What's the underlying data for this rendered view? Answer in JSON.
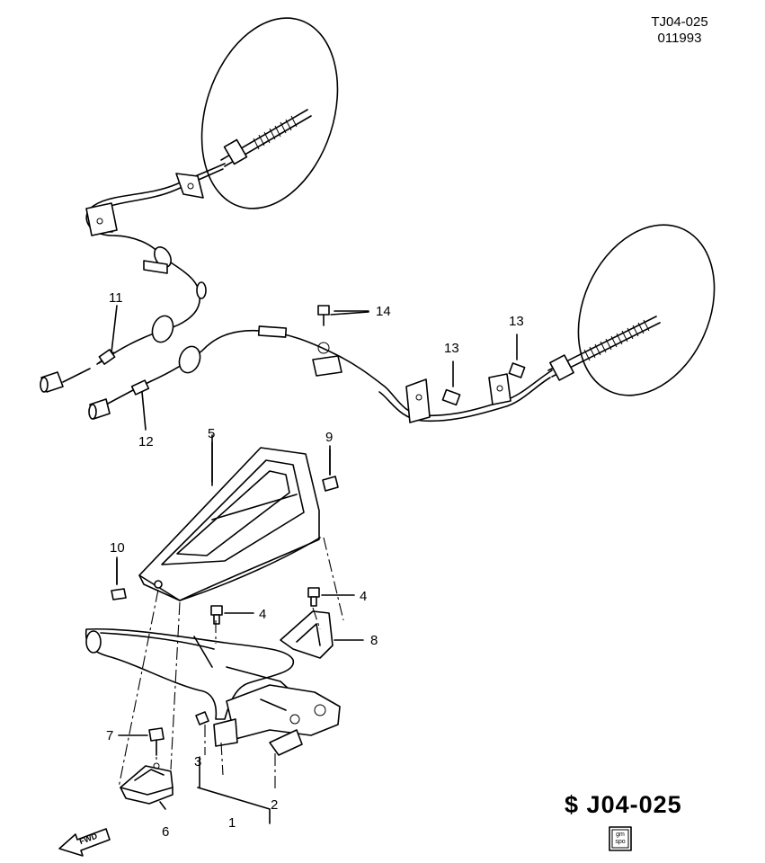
{
  "drawing": {
    "code_line1": "TJ04-025",
    "code_line2": "011993",
    "footer_mark": "$",
    "footer_code": "J04-025",
    "fwd_label": "FWD",
    "logo_text_top": "gm",
    "logo_text_bottom": "spo"
  },
  "callouts": {
    "c1": "1",
    "c2": "2",
    "c3": "3",
    "c4a": "4",
    "c4b": "4",
    "c5": "5",
    "c6": "6",
    "c7": "7",
    "c8": "8",
    "c9": "9",
    "c10": "10",
    "c11": "11",
    "c12": "12",
    "c13a": "13",
    "c13b": "13",
    "c14": "14"
  }
}
